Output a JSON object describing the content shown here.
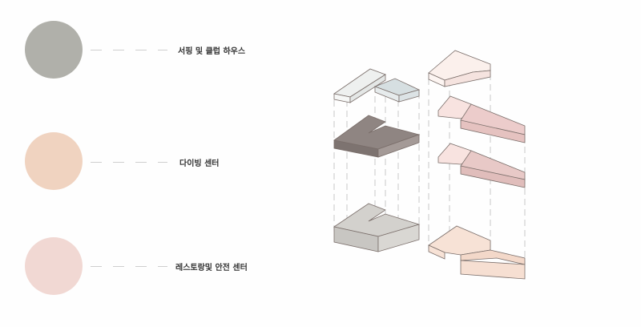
{
  "legend": [
    {
      "label": "서핑 및 클럽 하우스",
      "color": "#b0b0aa"
    },
    {
      "label": "다이빙 센터",
      "color": "#f0d3c0"
    },
    {
      "label": "레스토랑및 안전 센터",
      "color": "#f1d8d3"
    }
  ]
}
